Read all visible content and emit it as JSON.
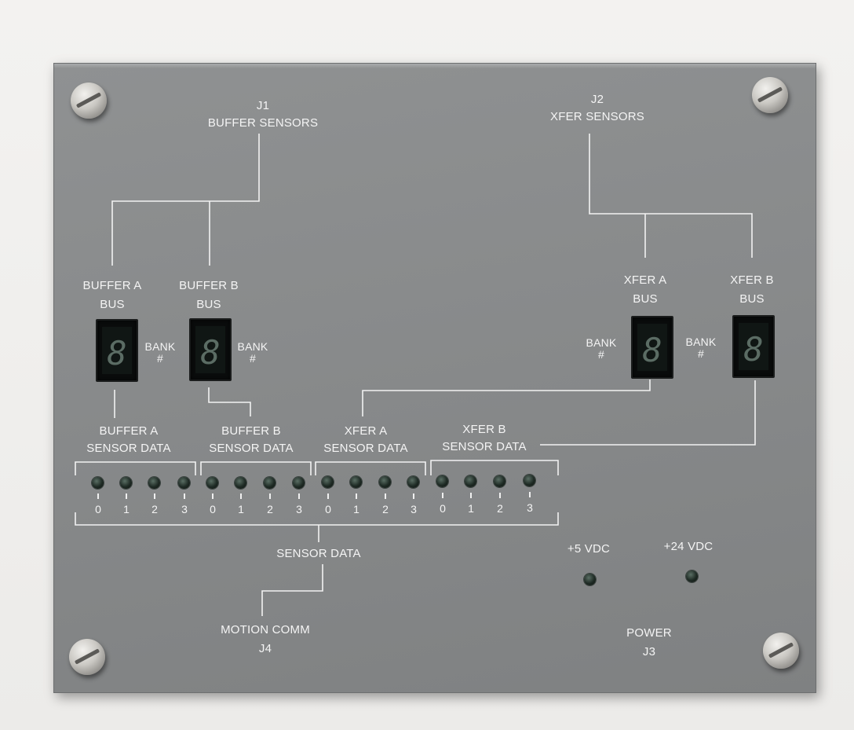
{
  "panel": {
    "j1": {
      "line1": "J1",
      "line2": "BUFFER SENSORS"
    },
    "j2": {
      "line1": "J2",
      "line2": "XFER SENSORS"
    },
    "buffer_a_bus": {
      "line1": "BUFFER A",
      "line2": "BUS"
    },
    "buffer_b_bus": {
      "line1": "BUFFER B",
      "line2": "BUS"
    },
    "xfer_a_bus": {
      "line1": "XFER A",
      "line2": "BUS"
    },
    "xfer_b_bus": {
      "line1": "XFER B",
      "line2": "BUS"
    },
    "bank": {
      "line1": "BANK",
      "line2": "#"
    },
    "display_digit": "8",
    "groups": [
      {
        "line1": "BUFFER A",
        "line2": "SENSOR DATA"
      },
      {
        "line1": "BUFFER B",
        "line2": "SENSOR DATA"
      },
      {
        "line1": "XFER A",
        "line2": "SENSOR DATA"
      },
      {
        "line1": "XFER B",
        "line2": "SENSOR DATA"
      }
    ],
    "led_numbers": [
      "0",
      "1",
      "2",
      "3"
    ],
    "sensor_data": "SENSOR DATA",
    "motion_comm": {
      "line1": "MOTION COMM",
      "line2": "J4"
    },
    "power_5v": "+5 VDC",
    "power_24v": "+24 VDC",
    "power": {
      "line1": "POWER",
      "line2": "J3"
    }
  }
}
